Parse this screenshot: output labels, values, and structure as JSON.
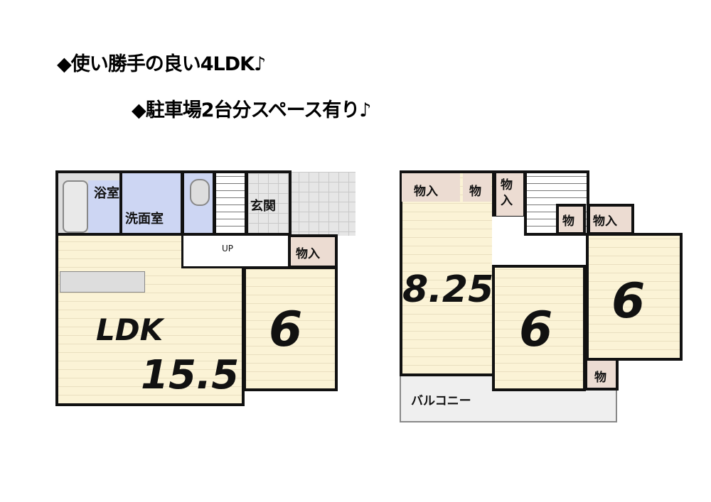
{
  "headlines": [
    "◆使い勝手の良い4LDK♪",
    "◆駐車場2台分スペース有り♪"
  ],
  "floor1": {
    "bath": "浴室",
    "washroom": "洗面室",
    "entrance": "玄関",
    "stairs_label": "UP",
    "closet": "物入",
    "ldk_label": "LDK",
    "ldk_size": "15.5",
    "room_size": "6"
  },
  "floor2": {
    "closet_a": "物入",
    "closet_b": "物",
    "closet_c": "物入",
    "closet_d": "物",
    "closet_e": "物入",
    "closet_f": "物",
    "room_a_size": "8.25",
    "room_b_size": "6",
    "room_c_size": "6",
    "balcony": "バルコニー"
  },
  "colors": {
    "floor": "#fbf3d6",
    "wet_area": "#cdd6f3",
    "closet": "#ecdcd2",
    "tile": "#e6e6e6",
    "balcony": "#efefef"
  }
}
